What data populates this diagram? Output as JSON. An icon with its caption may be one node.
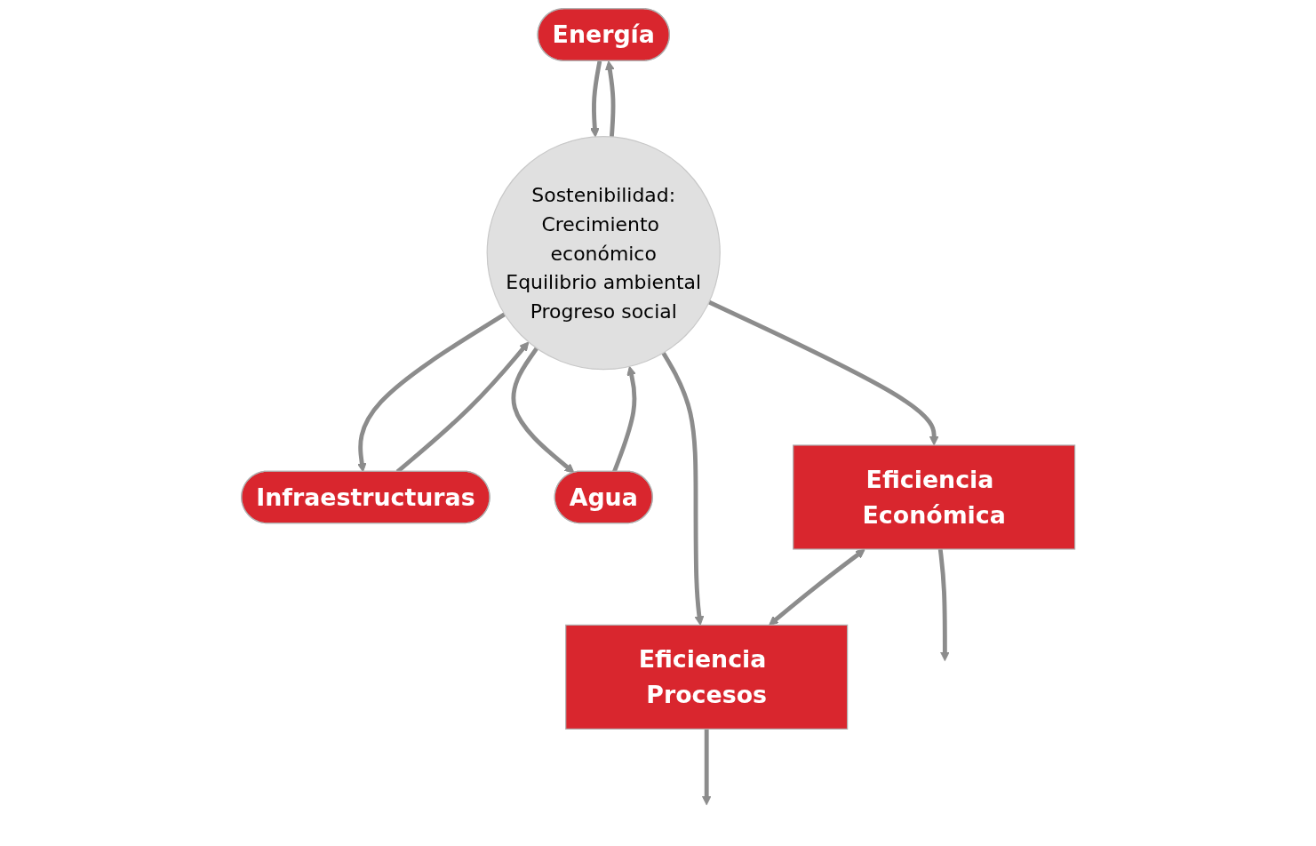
{
  "diagram": {
    "nodes": [
      {
        "text": [
          "Energía"
        ]
      },
      {
        "text": [
          "Sostenibilidad:",
          "Crecimiento económico",
          "Equilibrio ambiental",
          "Progreso social"
        ]
      },
      {
        "text": [
          "Infraestructuras"
        ]
      },
      {
        "text": [
          "Agua"
        ]
      },
      {
        "text": [
          "Eficiencia Económica"
        ]
      },
      {
        "text": [
          "Eficiencia Procesos"
        ]
      }
    ],
    "edges": [
      {
        "from": 1,
        "to": 0,
        "arrow": "to"
      },
      {
        "from": 0,
        "to": 1,
        "arrow": "to"
      },
      {
        "from": 2,
        "to": 1,
        "arrow": "to"
      },
      {
        "from": 1,
        "to": 2,
        "arrow": "to"
      },
      {
        "from": 1,
        "to": 3,
        "arrow": "to"
      },
      {
        "from": 3,
        "to": 1,
        "arrow": "to"
      },
      {
        "from": 1,
        "to": 4,
        "arrow": "to"
      },
      {
        "from": 1,
        "to": 5,
        "arrow": "to"
      },
      {
        "from": 4,
        "to": 5,
        "arrow": "both"
      },
      {
        "from": 4,
        "to": null,
        "arrow": "to"
      },
      {
        "from": 5,
        "to": null,
        "arrow": "to"
      }
    ]
  }
}
